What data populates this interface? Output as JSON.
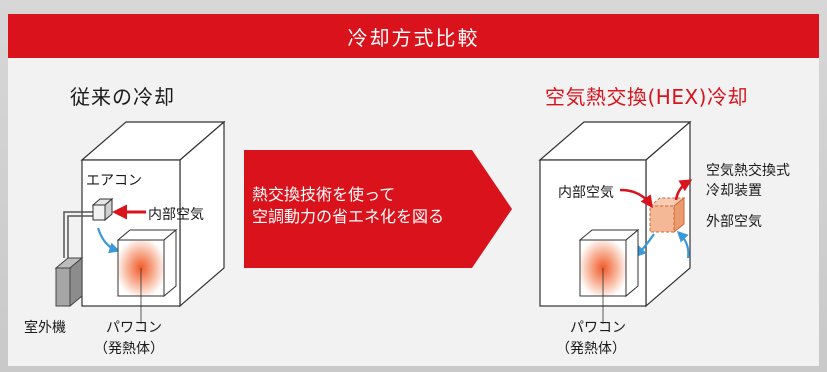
{
  "title": "冷却方式比較",
  "left": {
    "heading": "従来の冷却",
    "aircon_label": "エアコン",
    "internal_air_label": "内部空気",
    "outdoor_unit_label": "室外機",
    "pcs_label": "パワコン",
    "pcs_sub_label": "（発熱体）"
  },
  "center": {
    "line1": "熱交換技術を使って",
    "line2": "空調動力の省エネ化を図る"
  },
  "right": {
    "heading": "空気熱交換(HEX)冷却",
    "internal_air_label": "内部空気",
    "hex_label_line1": "空気熱交換式",
    "hex_label_line2": "冷却装置",
    "external_air_label": "外部空気",
    "pcs_label": "パワコン",
    "pcs_sub_label": "（発熱体）"
  },
  "colors": {
    "accent": "#d9121b",
    "flow_blue": "#3a9ad9",
    "hex_fill": "#f4b896"
  }
}
